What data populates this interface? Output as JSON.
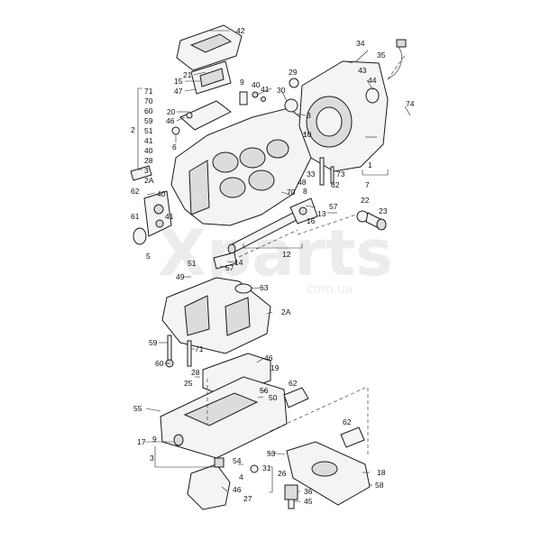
{
  "watermark": {
    "main": "Xparts",
    "sub": "com.ua"
  },
  "callouts": {
    "c42": "42",
    "c21": "21",
    "c15": "15",
    "c47": "47",
    "c20": "20",
    "c46a": "46",
    "c6": "6",
    "c2": "2",
    "stack": [
      "71",
      "70",
      "60",
      "59",
      "51",
      "41",
      "40",
      "28",
      "3",
      "2A"
    ],
    "c62a": "62",
    "c40b": "40",
    "c61": "61",
    "c41b": "41",
    "c5": "5",
    "c29": "29",
    "c30": "30",
    "c3": "3",
    "c10": "10",
    "c9": "9",
    "c40c": "40",
    "c41c": "41",
    "c34": "34",
    "c43": "43",
    "c44": "44",
    "c35": "35",
    "c74": "74",
    "c1": "1",
    "c7": "7",
    "c33": "33",
    "c73": "73",
    "c62b": "62",
    "c48": "48",
    "c8": "8",
    "c70": "70",
    "c57a": "57",
    "c13": "13",
    "c16": "16",
    "c22": "22",
    "c23": "23",
    "c12": "12",
    "c14": "14",
    "c57b": "57",
    "c51": "51",
    "c49": "49",
    "c63": "63",
    "c2A": "2A",
    "c59": "59",
    "c71": "71",
    "c60": "60",
    "c46b": "46",
    "c19": "19",
    "c28": "28",
    "c25": "25",
    "c56": "56",
    "c50": "50",
    "c62c": "62",
    "c55": "55",
    "c62d": "62",
    "c17": "17",
    "c9b": "9",
    "c53": "53",
    "c3b": "3",
    "c54": "54",
    "c31": "31",
    "c4": "4",
    "c26": "26",
    "c18": "18",
    "c58": "58",
    "c46c": "46",
    "c27": "27",
    "c36": "36",
    "c45": "45"
  }
}
